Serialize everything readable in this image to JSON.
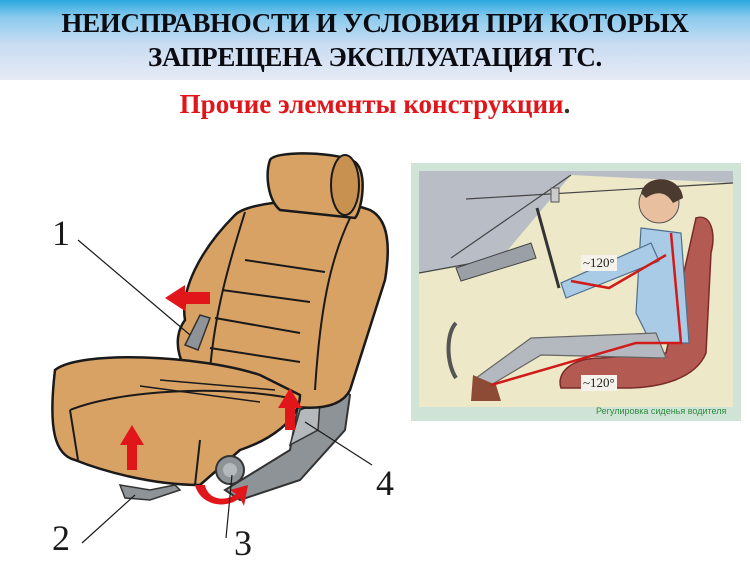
{
  "header": {
    "title_line1": "НЕИСПРАВНОСТИ И УСЛОВИЯ ПРИ КОТОРЫХ",
    "title_line2": "ЗАПРЕЩЕНА ЭКСПЛУАТАЦИЯ ТС.",
    "gradient_top": "#29a8e0",
    "gradient_bottom": "#e6eaf5"
  },
  "subtitle": {
    "text": "Прочие элементы конструкции",
    "punct": ".",
    "color": "#e0161b"
  },
  "seat_figure": {
    "callouts": [
      "1",
      "2",
      "3",
      "4"
    ],
    "seat_color": "#d9a265",
    "arrow_color": "#e0161b"
  },
  "driver_figure": {
    "angle_upper": "~120°",
    "angle_lower": "~120°",
    "caption": "Регулировка сиденья водителя"
  }
}
